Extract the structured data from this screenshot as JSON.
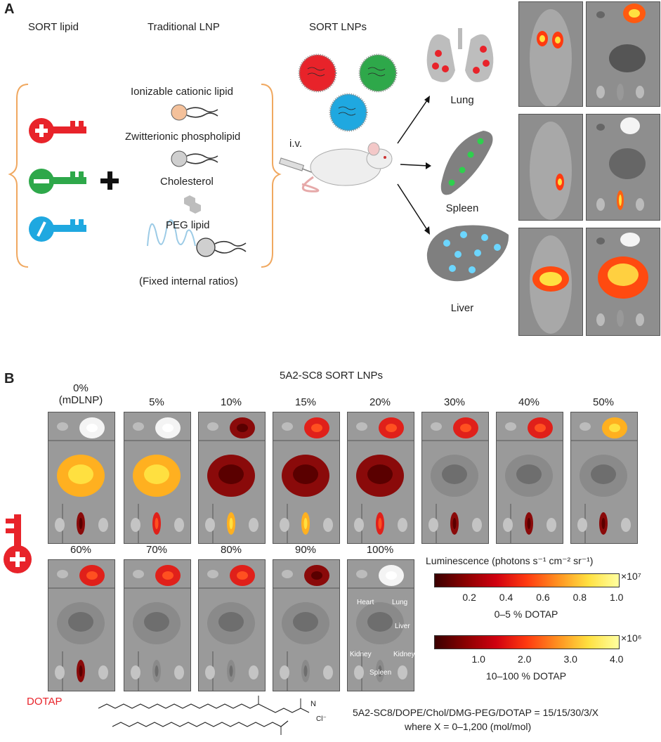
{
  "panel_a": {
    "letter": "A",
    "sort_lipid_header": "SORT lipid",
    "traditional_header": "Traditional LNP",
    "sort_lnps_header": "SORT LNPs",
    "components": [
      "Ionizable cationic lipid",
      "Zwitterionic phospholipid",
      "Cholesterol",
      "PEG lipid"
    ],
    "fixed_ratios": "(Fixed internal ratios)",
    "iv": "i.v.",
    "organs": [
      "Lung",
      "Spleen",
      "Liver"
    ],
    "colors": {
      "positive": "#e8232a",
      "neutral_green": "#2ea84a",
      "anionic_blue": "#1fa8e0",
      "bracket": "#f0a860"
    }
  },
  "panel_b": {
    "letter": "B",
    "title": "5A2-SC8 SORT LNPs",
    "row1_labels": [
      "0%\n(mDLNP)",
      "5%",
      "10%",
      "15%",
      "20%",
      "30%",
      "40%",
      "50%"
    ],
    "row2_labels": [
      "60%",
      "70%",
      "80%",
      "90%",
      "100%"
    ],
    "organ_overlay": [
      "Heart",
      "Lung",
      "Liver",
      "Kidney",
      "Kidney",
      "Spleen"
    ],
    "luminescence_title": "Luminescence (photons s⁻¹ cm⁻² sr⁻¹)",
    "colorbar1": {
      "ticks": [
        "0.2",
        "0.4",
        "0.6",
        "0.8",
        "1.0"
      ],
      "multiplier": "×10⁷",
      "caption": "0–5 % DOTAP"
    },
    "colorbar2": {
      "ticks": [
        "1.0",
        "2.0",
        "3.0",
        "4.0"
      ],
      "multiplier": "×10⁶",
      "caption": "10–100 % DOTAP"
    },
    "dotap_label": "DOTAP",
    "structure_n": "N",
    "structure_cl": "Cl⁻",
    "formula_line1": "5A2-SC8/DOPE/Chol/DMG-PEG/DOTAP = 15/15/30/3/X",
    "formula_line2": "where X = 0–1,200 (mol/mol)"
  }
}
